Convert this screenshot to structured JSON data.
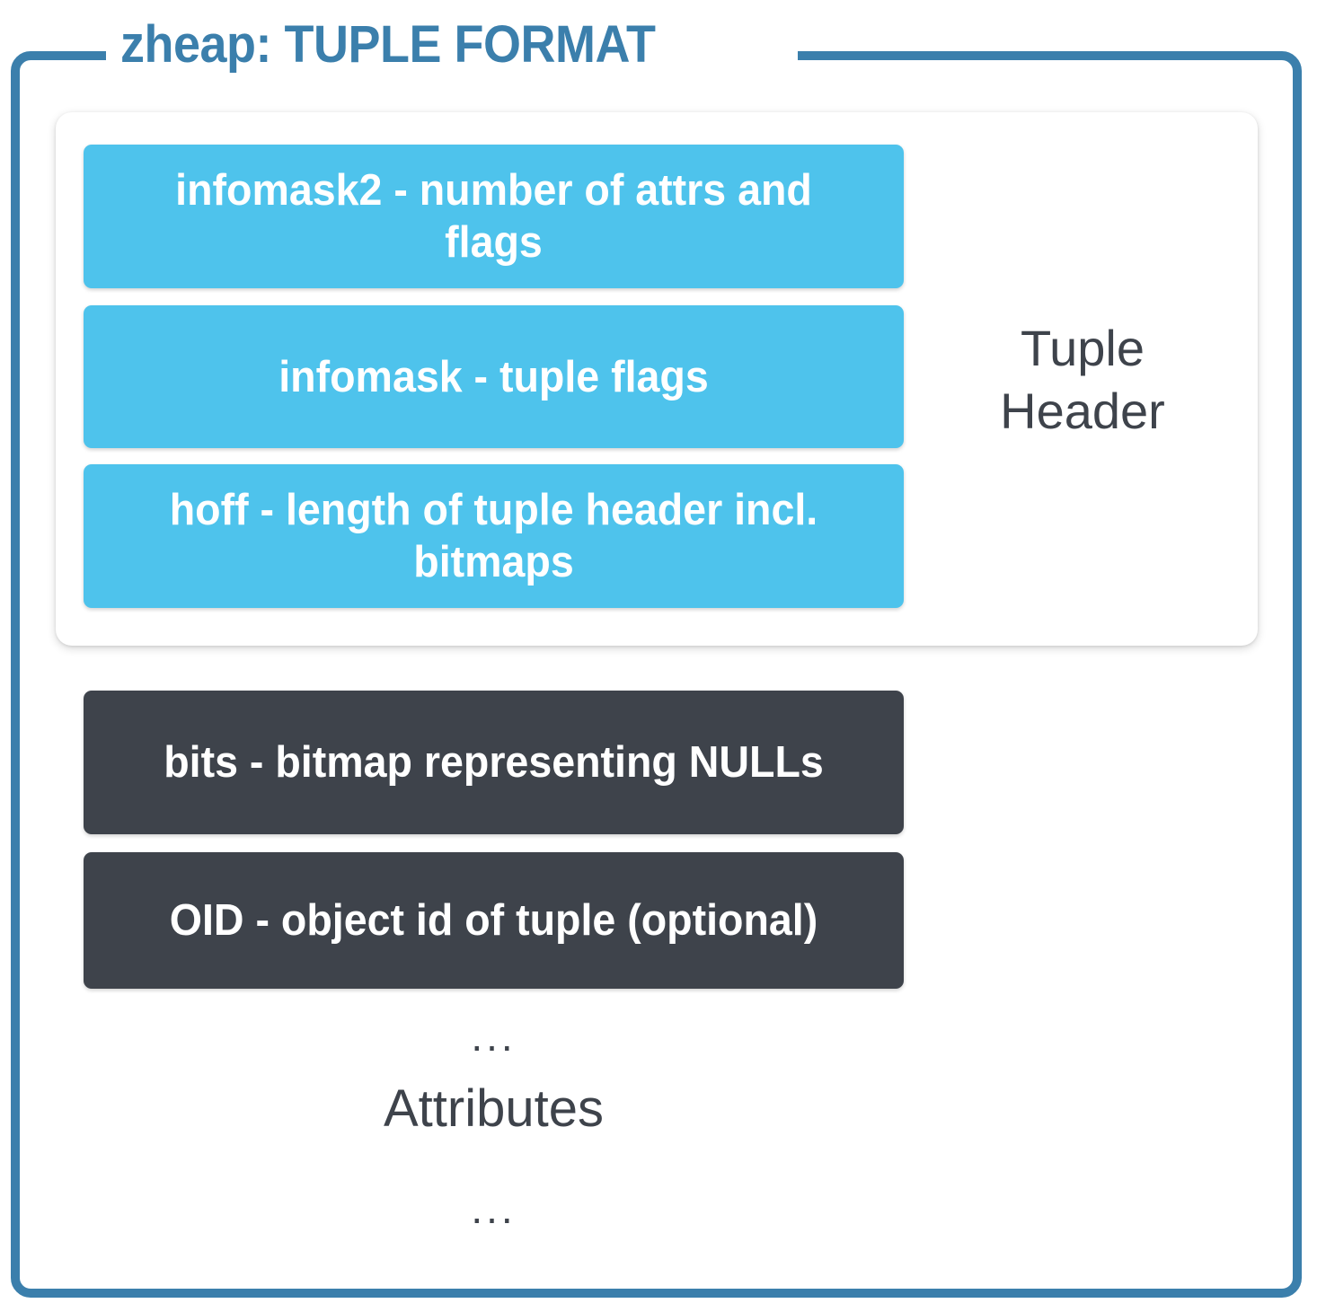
{
  "frame": {
    "title": "zheap: TUPLE FORMAT",
    "border_color": "#3B7FAC",
    "title_color": "#3B7FAC"
  },
  "tuple_header": {
    "group_label": "Tuple\nHeader",
    "group_label_line1": "Tuple",
    "group_label_line2": "Header",
    "fields": [
      {
        "name": "infomask2",
        "label": "infomask2 - number of attrs and flags",
        "color": "#4EC3EC",
        "text_color": "#FFFFFF"
      },
      {
        "name": "infomask",
        "label": "infomask - tuple flags",
        "color": "#4EC3EC",
        "text_color": "#FFFFFF"
      },
      {
        "name": "hoff",
        "label": "hoff - length of tuple header incl. bitmaps",
        "color": "#4EC3EC",
        "text_color": "#FFFFFF"
      }
    ]
  },
  "tuple_body": {
    "fields": [
      {
        "name": "bits",
        "label": "bits - bitmap representing NULLs",
        "color": "#3E434B",
        "text_color": "#FFFFFF"
      },
      {
        "name": "oid",
        "label": "OID - object id of tuple (optional)",
        "color": "#3E434B",
        "text_color": "#FFFFFF"
      }
    ],
    "attributes": {
      "ellipsis_top": "...",
      "label": "Attributes",
      "ellipsis_bottom": "...",
      "text_color": "#3E434B"
    }
  }
}
